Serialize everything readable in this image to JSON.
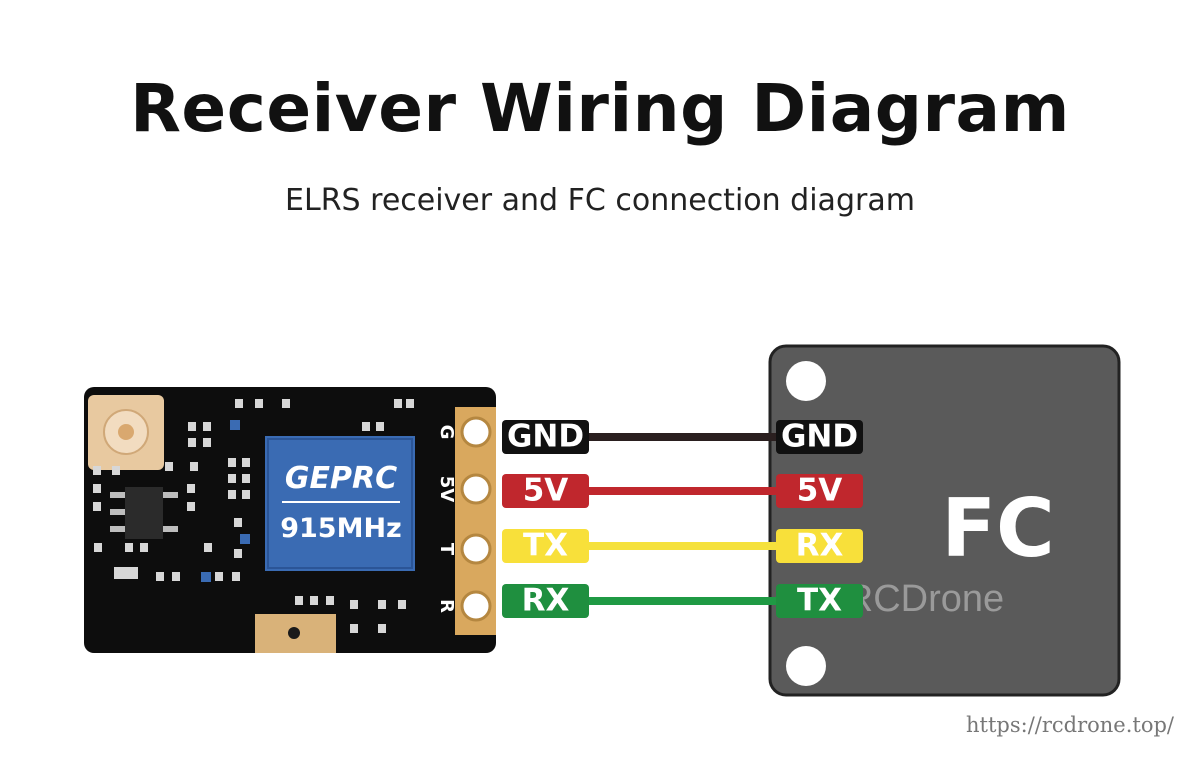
{
  "header": {
    "title": "Receiver Wiring Diagram",
    "subtitle": "ELRS receiver and FC connection diagram"
  },
  "receiver": {
    "brand": "GEPRC",
    "frequency": "915MHz",
    "pins": [
      "G",
      "5V",
      "T",
      "R"
    ]
  },
  "flight_controller": {
    "label": "FC"
  },
  "wires": [
    {
      "rx_label": "GND",
      "fc_label": "GND",
      "color": "#2a1f1f",
      "label_bg": "#111111",
      "label_fg": "#ffffff"
    },
    {
      "rx_label": "5V",
      "fc_label": "5V",
      "color": "#c0272d",
      "label_bg": "#c0272d",
      "label_fg": "#ffffff"
    },
    {
      "rx_label": "TX",
      "fc_label": "RX",
      "color": "#f5e13c",
      "label_bg": "#f8e03a",
      "label_fg": "#ffffff"
    },
    {
      "rx_label": "RX",
      "fc_label": "TX",
      "color": "#1f9a44",
      "label_bg": "#1f8f3f",
      "label_fg": "#ffffff"
    }
  ],
  "watermark": "RCDrone",
  "footer_url": "https://rcdrone.top/"
}
